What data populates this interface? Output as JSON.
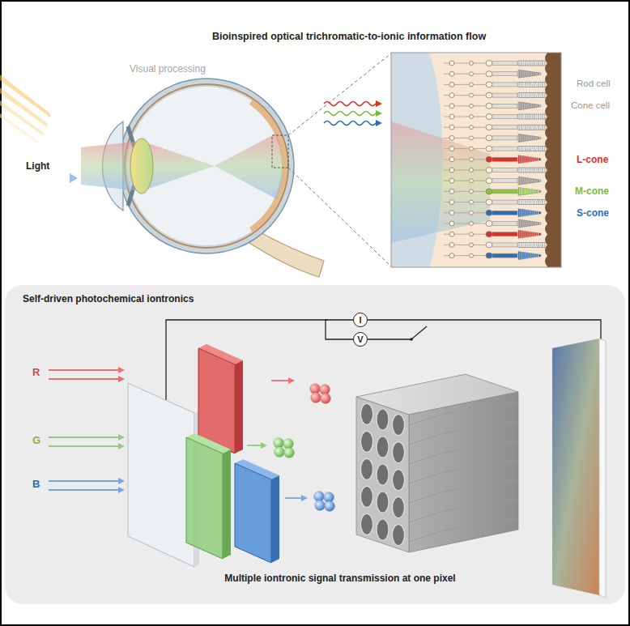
{
  "diagram": {
    "title": "Bioinspired optical trichromatic-to-ionic information flow",
    "nodes": [
      {
        "text": [
          "Self-driven photochemical iontronics",
          "Multiple iontronic signal transmission at one pixel"
        ]
      },
      {
        "text": [
          "I"
        ],
        "in": 0
      },
      {
        "text": [
          "V"
        ],
        "in": 0
      }
    ],
    "edges": [
      {
        "from": 1,
        "to": 2,
        "arrow": "none"
      }
    ],
    "labels": [
      "Visual processing",
      "Light",
      "Rod cell",
      "Cone cell",
      "L-cone",
      "M-cone",
      "S-cone",
      "R",
      "G",
      "B"
    ]
  }
}
